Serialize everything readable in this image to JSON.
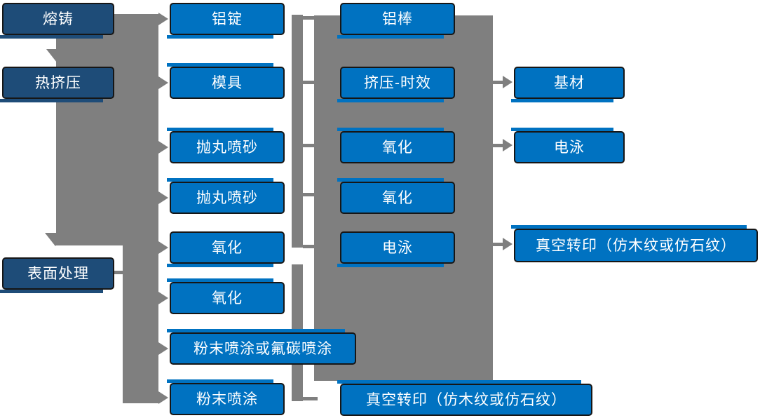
{
  "diagram": {
    "col1": {
      "items": [
        "熔铸",
        "热挤压",
        "表面处理"
      ]
    },
    "col2": {
      "items": [
        "铝锭",
        "模具",
        "抛丸喷砂",
        "抛丸喷砂",
        "氧化",
        "氧化",
        "粉末喷涂或氟碳喷涂",
        "粉末喷涂"
      ]
    },
    "col3": {
      "items": [
        "铝棒",
        "挤压-时效",
        "氧化",
        "氧化",
        "电泳",
        "真空转印（仿木纹或仿石纹）"
      ]
    },
    "col4": {
      "items": [
        "基材",
        "电泳",
        "真空转印（仿木纹或仿石纹）"
      ]
    }
  },
  "colors": {
    "dark_blue": "#1E4C78",
    "blue": "#0072C1",
    "gray": "#7F7F7F",
    "border": "#161616",
    "text": "#FFFFFF"
  }
}
